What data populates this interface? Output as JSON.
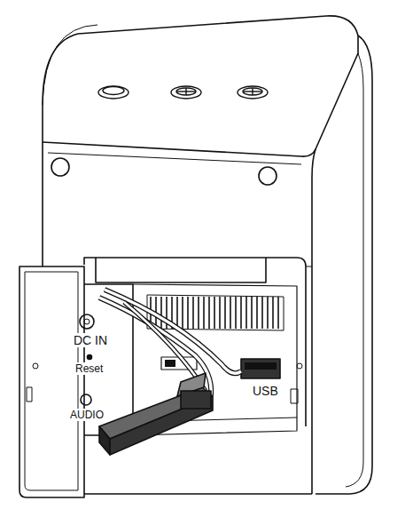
{
  "diagram": {
    "labels": [
      "DC IN",
      "Reset",
      "AUDIO",
      "USB"
    ]
  }
}
